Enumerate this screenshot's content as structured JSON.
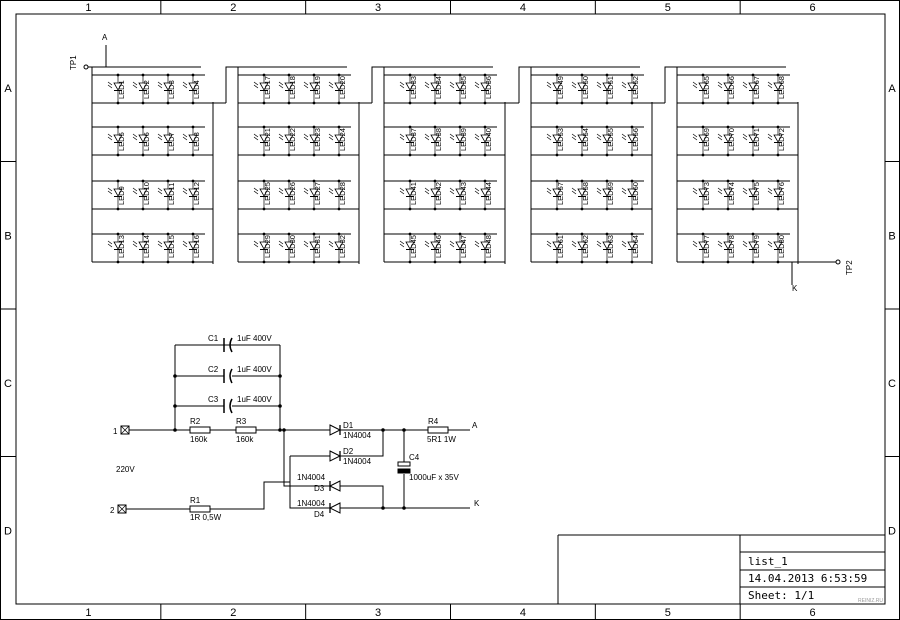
{
  "frame": {
    "columns": [
      "1",
      "2",
      "3",
      "4",
      "5",
      "6"
    ],
    "rows": [
      "A",
      "B",
      "C",
      "D"
    ]
  },
  "title_block": {
    "name": "list_1",
    "date": "14.04.2013 6:53:59",
    "sheet": "Sheet: 1/1"
  },
  "nets": {
    "a_top": "A",
    "a_r4": "A",
    "k_bottom": "K",
    "k_d4": "K",
    "tp1": "TP1",
    "tp2": "TP2"
  },
  "terminals": {
    "t1": "1",
    "t2": "2",
    "voltage": "220V"
  },
  "components": {
    "C1": {
      "ref": "C1",
      "value": "1uF 400V"
    },
    "C2": {
      "ref": "C2",
      "value": "1uF 400V"
    },
    "C3": {
      "ref": "C3",
      "value": "1uF 400V"
    },
    "R1": {
      "ref": "R1",
      "value": "1R 0,5W"
    },
    "R2": {
      "ref": "R2",
      "value": "160k"
    },
    "R3": {
      "ref": "R3",
      "value": "160k"
    },
    "R4": {
      "ref": "R4",
      "value": "5R1 1W"
    },
    "D1": {
      "ref": "D1",
      "value": "1N4004"
    },
    "D2": {
      "ref": "D2",
      "value": "1N4004"
    },
    "D3": {
      "ref": "D3",
      "value": "1N4004"
    },
    "D4": {
      "ref": "D4",
      "value": "1N4004"
    },
    "C4": {
      "ref": "C4",
      "value": "1000uF x 35V"
    }
  },
  "led_array": {
    "prefix": "LED",
    "count": 80,
    "blocks": 5,
    "rows_per_block": 4,
    "leds_per_row": 4
  },
  "watermark": "REINIZ.RU"
}
